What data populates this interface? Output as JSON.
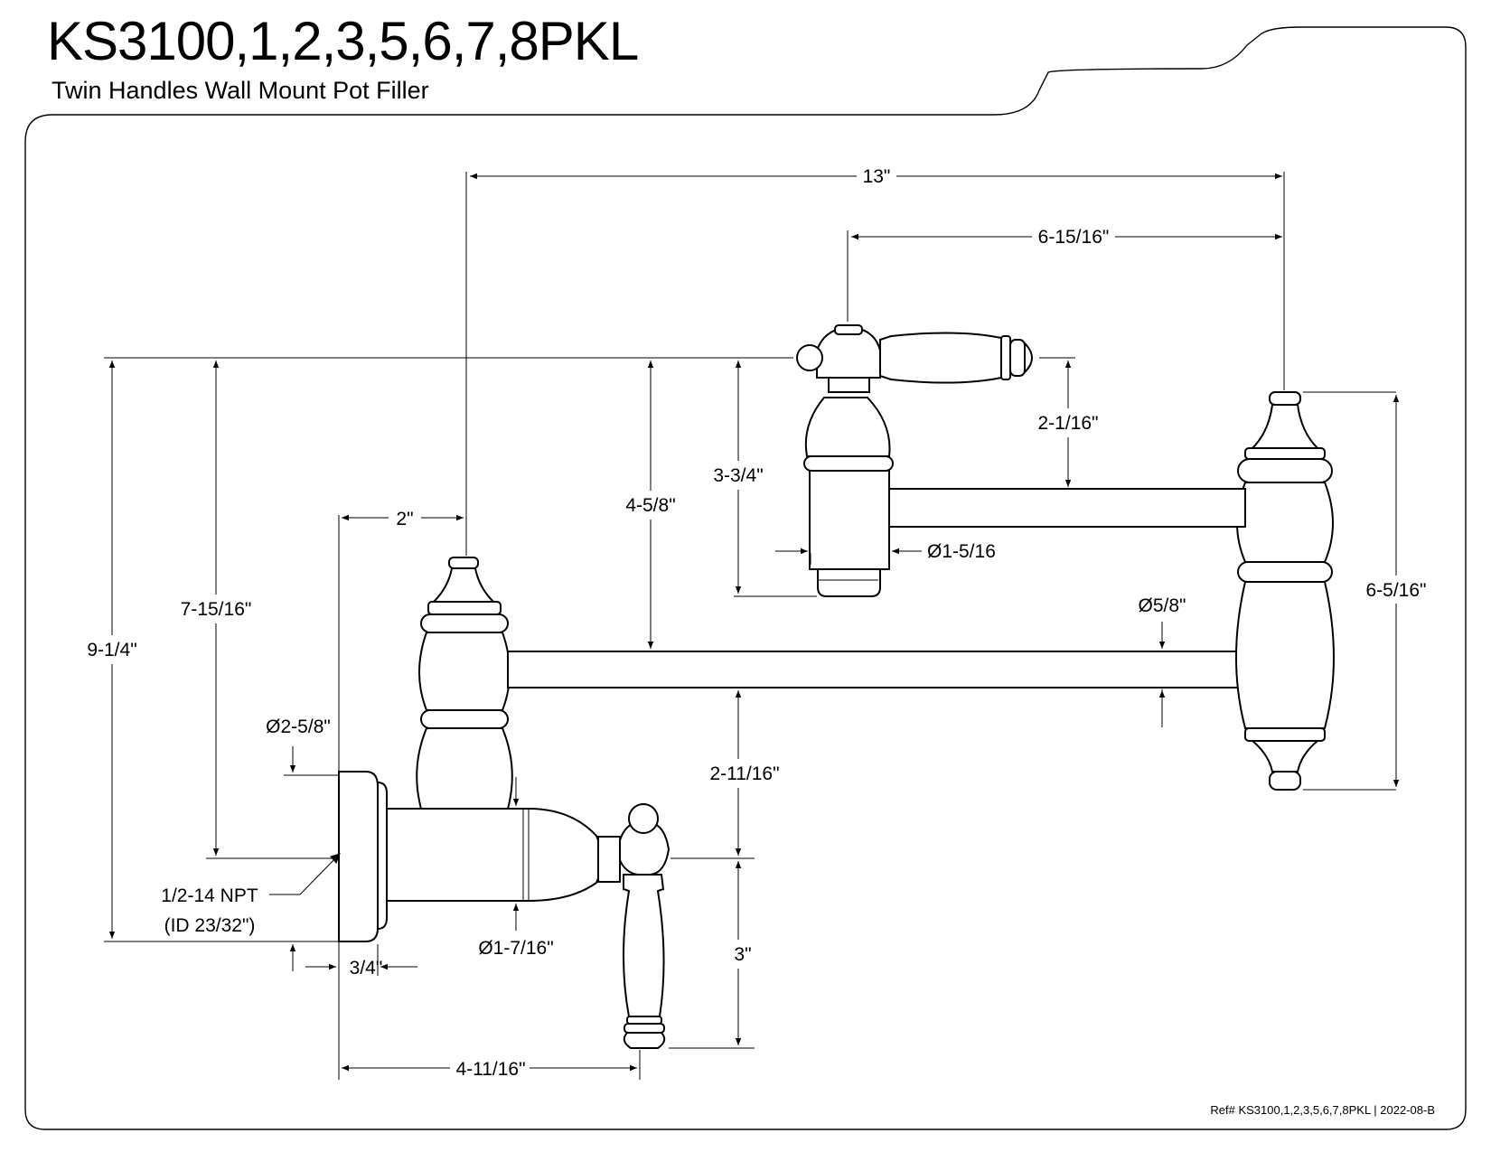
{
  "header": {
    "title": "KS3100,1,2,3,5,6,7,8PKL",
    "subtitle": "Twin Handles Wall Mount Pot Filler"
  },
  "footer": {
    "reference": "Ref# KS3100,1,2,3,5,6,7,8PKL | 2022-08-B"
  },
  "dimensions": {
    "overall_width": "13\"",
    "spout_to_lever": "6-15/16\"",
    "total_height": "9-1/4\"",
    "valve_height": "7-15/16\"",
    "lower_arm_height": "4-5/8\"",
    "upper_valve_height": "3-3/4\"",
    "upper_arm_offset": "2-1/16\"",
    "upper_body_dia": "Ø1-5/16",
    "arm_dia": "Ø5/8\"",
    "swivel_height": "6-5/16\"",
    "wall_offset": "2\"",
    "flange_dia": "Ø2-5/8\"",
    "lower_arm_to_valve": "2-11/16\"",
    "thread_line1": "1/2-14 NPT",
    "thread_line2": "(ID 23/32\")",
    "body_dia": "Ø1-7/16\"",
    "flange_depth": "3/4\"",
    "lever_drop": "3\"",
    "lever_reach": "4-11/16\""
  }
}
